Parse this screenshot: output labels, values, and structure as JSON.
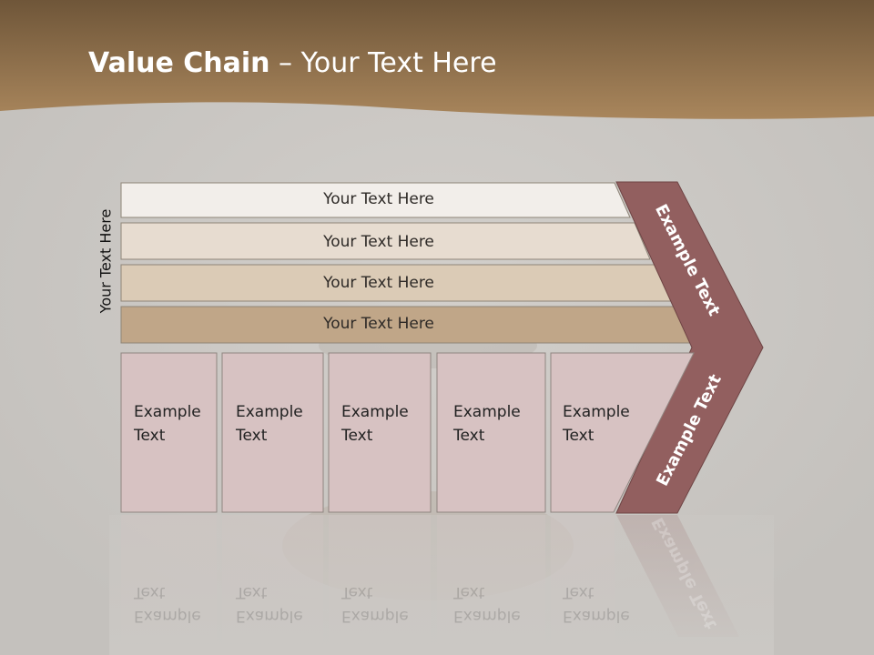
{
  "title": {
    "bold": "Value Chain",
    "rest": " – Your Text Here"
  },
  "side_label": "Your Text Here",
  "rows": [
    {
      "label": "Your Text Here"
    },
    {
      "label": "Your Text Here"
    },
    {
      "label": "Your Text Here"
    },
    {
      "label": "Your Text Here"
    }
  ],
  "boxes": [
    {
      "line1": "Example",
      "line2": "Text"
    },
    {
      "line1": "Example",
      "line2": "Text"
    },
    {
      "line1": "Example",
      "line2": "Text"
    },
    {
      "line1": "Example",
      "line2": "Text"
    },
    {
      "line1": "Example",
      "line2": "Text"
    }
  ],
  "chevron": {
    "upper": "Example Text",
    "lower": "Example Text"
  },
  "colors": {
    "header": "#9a7651",
    "background": "#cbc8c4",
    "row_fills": [
      "#f2eeea",
      "#e7dcd0",
      "#dbcbb6",
      "#c0a688"
    ],
    "box_fill": "#d7c2c2",
    "chevron": "#925f5f"
  }
}
